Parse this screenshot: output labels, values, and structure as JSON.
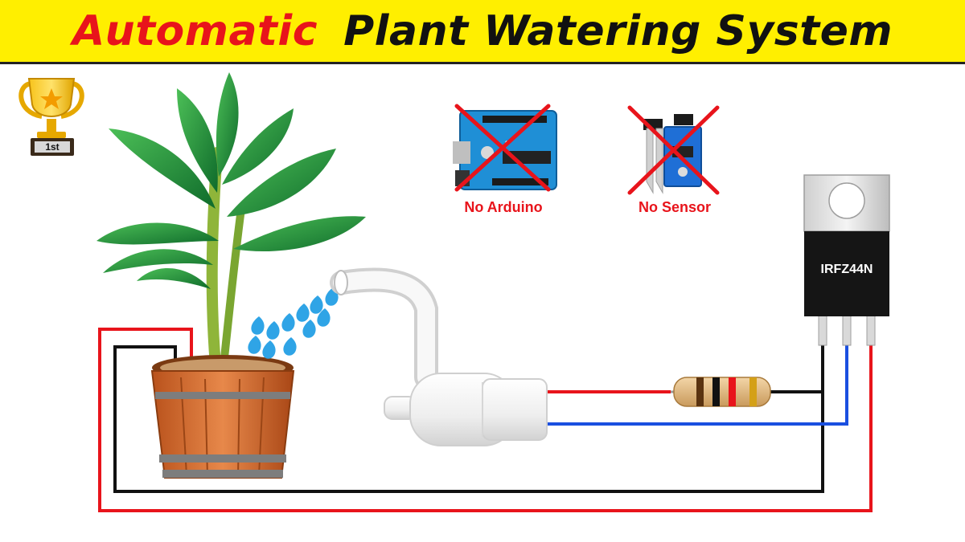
{
  "title": {
    "part1": "Automatic",
    "part2": "Plant Watering System"
  },
  "trophy": {
    "label": "1st"
  },
  "badges": [
    {
      "label": "No Arduino"
    },
    {
      "label": "No Sensor"
    }
  ],
  "mosfet": {
    "label": "IRFZ44N"
  },
  "colors": {
    "title_bg": "#ffef00",
    "title_accent": "#e8141b",
    "wire_red": "#e8141b",
    "wire_black": "#111111",
    "wire_blue": "#1a4fe0"
  }
}
